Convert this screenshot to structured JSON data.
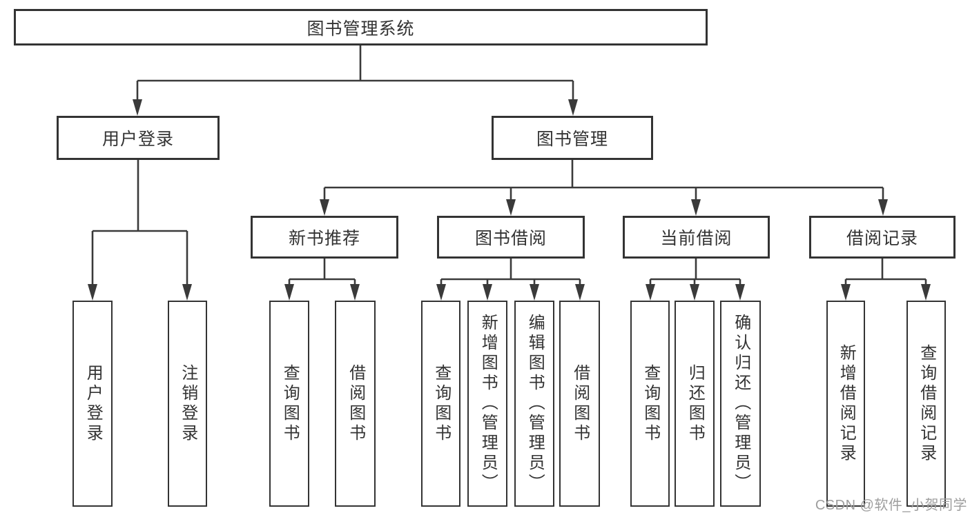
{
  "diagram": {
    "tree": {
      "label": "图书管理系统",
      "children": [
        {
          "label": "用户登录",
          "children": [
            {
              "label": "用户登录"
            },
            {
              "label": "注销登录"
            }
          ]
        },
        {
          "label": "图书管理",
          "children": [
            {
              "label": "新书推荐",
              "children": [
                {
                  "label": "查询图书"
                },
                {
                  "label": "借阅图书"
                }
              ]
            },
            {
              "label": "图书借阅",
              "children": [
                {
                  "label": "查询图书"
                },
                {
                  "label": "新增图书（管理员）"
                },
                {
                  "label": "编辑图书（管理员）"
                },
                {
                  "label": "借阅图书"
                }
              ]
            },
            {
              "label": "当前借阅",
              "children": [
                {
                  "label": "查询图书"
                },
                {
                  "label": "归还图书"
                },
                {
                  "label": "确认归还（管理员）"
                }
              ]
            },
            {
              "label": "借阅记录",
              "children": [
                {
                  "label": "新增借阅记录"
                },
                {
                  "label": "查询借阅记录"
                }
              ]
            }
          ]
        }
      ]
    },
    "colors": {
      "line": "#3a3a3a",
      "box_border": "#333333",
      "text": "#333333",
      "background": "#ffffff",
      "watermark": "#9e9e9e"
    }
  },
  "watermark": {
    "text": "CSDN @软件_小贺同学"
  }
}
